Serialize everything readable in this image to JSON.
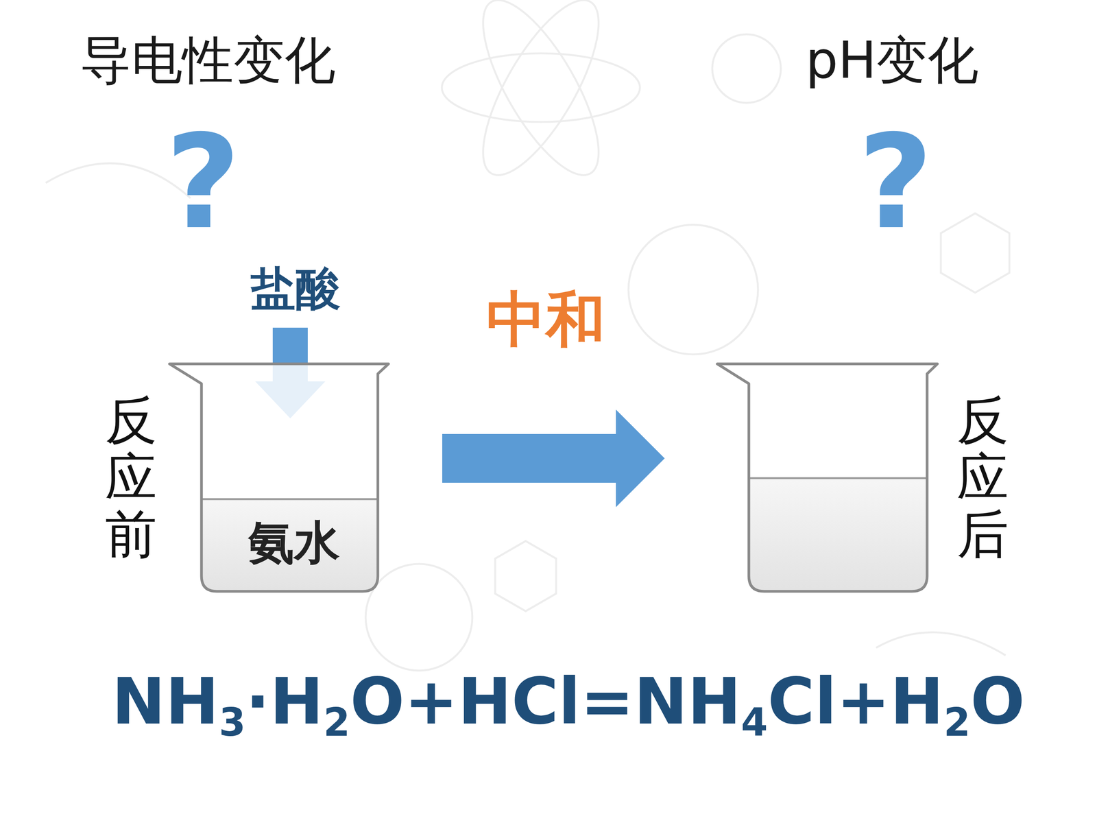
{
  "diagram": {
    "nodes": [
      {
        "text": [
          "反应前",
          "氨水"
        ]
      },
      {
        "text": [
          "反应后"
        ]
      }
    ],
    "edges": [
      {
        "from": 0,
        "to": 1,
        "arrow": "to",
        "label": "中和"
      }
    ],
    "labels": [
      "导电性变化",
      "?",
      "pH变化",
      "?",
      "盐酸",
      "NH3·H2O+HCl=NH4Cl+H2O"
    ]
  }
}
